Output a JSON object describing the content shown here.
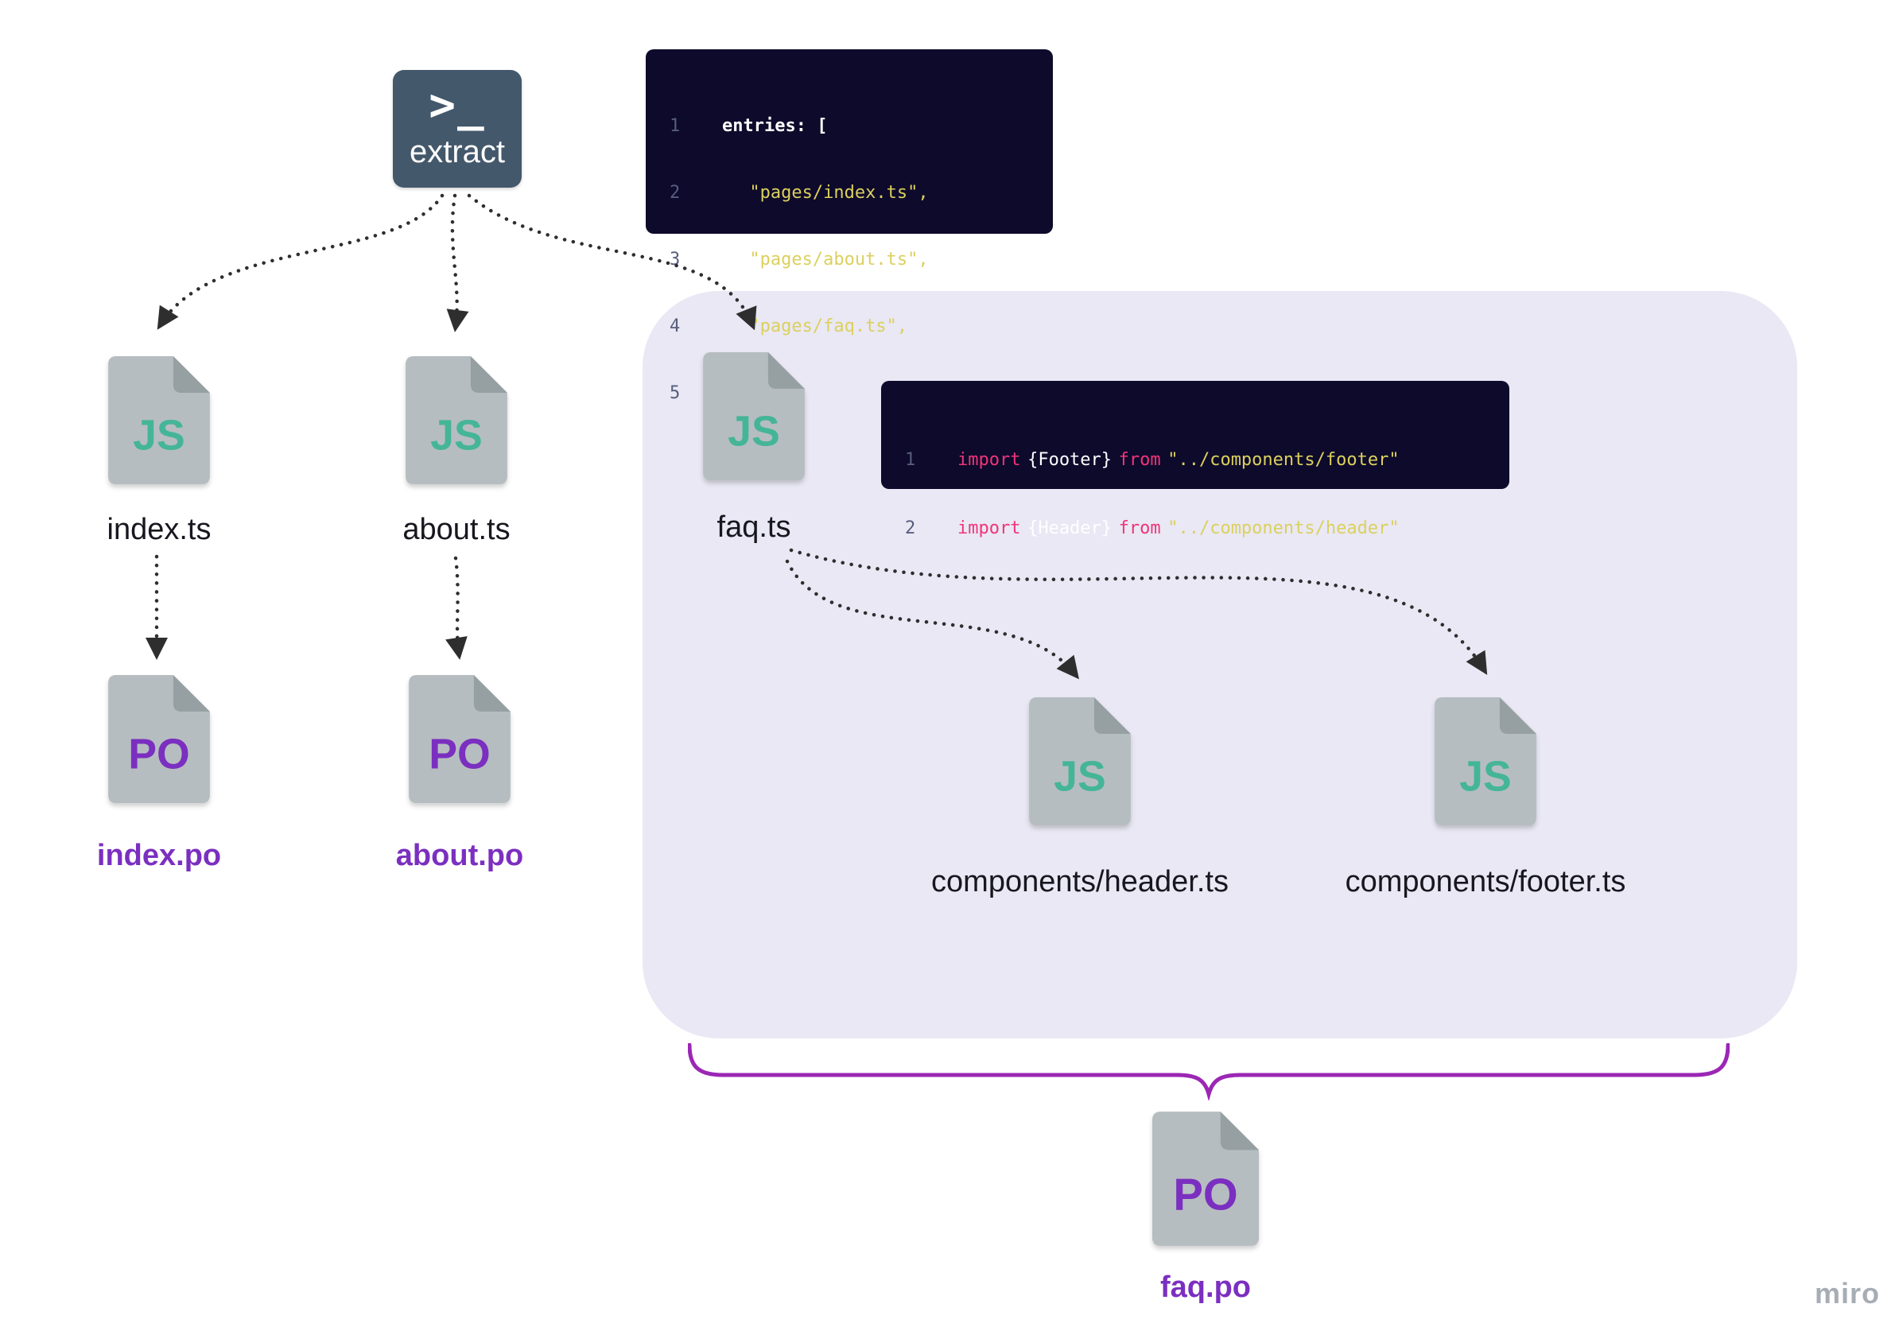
{
  "colors": {
    "terminal_bg": "#44586c",
    "code_bg": "#0d0a2b",
    "code_string": "#dcd05e",
    "code_keyword": "#f0347a",
    "code_line_number": "#585d7d",
    "container_bg": "#e9e8f4",
    "js_badge": "#45b598",
    "po_badge": "#7b2fc0",
    "brace": "#9b27b5",
    "arrow": "#2e2e2e",
    "file_body": "#b6bdc0",
    "file_fold": "#96a0a2"
  },
  "terminal": {
    "prompt": ">_",
    "label": "extract"
  },
  "entries_code": {
    "numbers": [
      "1",
      "2",
      "3",
      "4",
      "5"
    ],
    "line_open": "entries: [",
    "strings": [
      "\"pages/index.ts\",",
      "\"pages/about.ts\",",
      "\"pages/faq.ts\","
    ],
    "line_close": "]"
  },
  "imports_code": {
    "numbers": [
      "1",
      "2"
    ],
    "lines": [
      {
        "kw_import": "import",
        "braces": "{Footer}",
        "kw_from": "from",
        "string": "\"../components/footer\""
      },
      {
        "kw_import": "import",
        "braces": "{Header}",
        "kw_from": "from",
        "string": "\"../components/header\""
      }
    ]
  },
  "badges": {
    "js": "JS",
    "po": "PO"
  },
  "files": {
    "index_ts": "index.ts",
    "about_ts": "about.ts",
    "faq_ts": "faq.ts",
    "header_ts": "components/header.ts",
    "footer_ts": "components/footer.ts",
    "index_po": "index.po",
    "about_po": "about.po",
    "faq_po": "faq.po"
  },
  "watermark": "miro"
}
